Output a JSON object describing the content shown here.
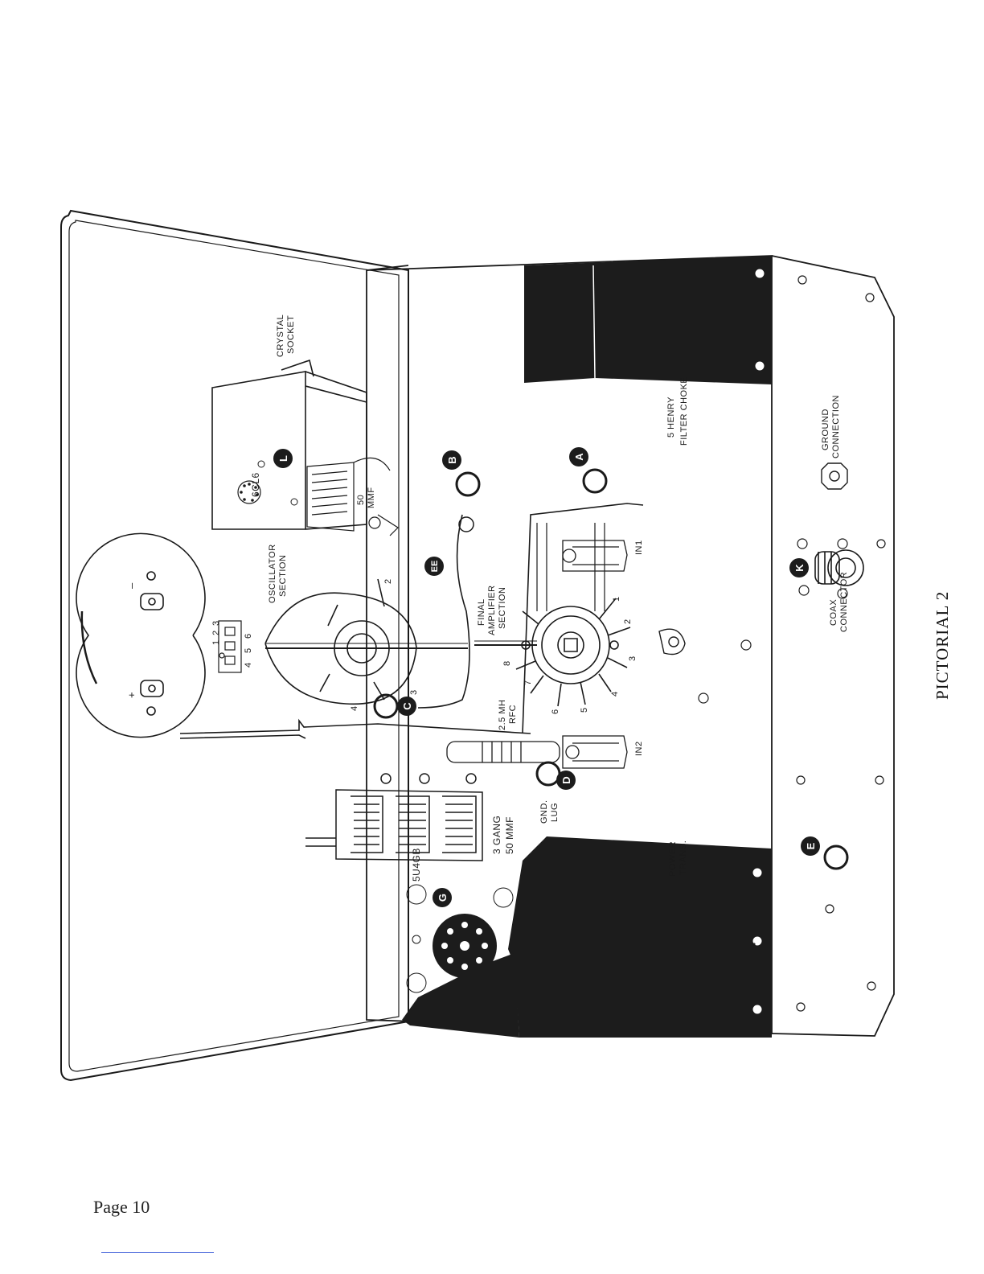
{
  "page": {
    "number_label": "Page 10",
    "figure_title": "PICTORIAL 2"
  },
  "labels": {
    "crystal_socket": [
      "CRYSTAL",
      "SOCKET"
    ],
    "tube_6cl6": "6CL6",
    "cap_50mmf": [
      "50",
      "MMF"
    ],
    "oscillator_section": [
      "OSCILLATOR",
      "SECTION"
    ],
    "final_amplifier_section": [
      "FINAL",
      "AMPLIFIER",
      "SECTION"
    ],
    "rfc": [
      "2.5 MH",
      "RFC"
    ],
    "gnd_lug": [
      "GND.",
      "LUG"
    ],
    "three_gang": [
      "3 GANG",
      "50 MMF"
    ],
    "power_trans": [
      "POWER",
      "TRANS."
    ],
    "tube_5u4gb": "5U4GB",
    "filter_choke": [
      "5 HENRY",
      "FILTER  CHOKE"
    ],
    "ground_connection": [
      "GROUND",
      "CONNECTION"
    ],
    "coax_connector": [
      "COAX",
      "CONNECTOR"
    ],
    "diode_in1": "IN1",
    "diode_in2": "IN2",
    "meter_plus": "+",
    "meter_minus": "–"
  },
  "markers": [
    "L",
    "B",
    "A",
    "EE",
    "C",
    "D",
    "G",
    "K",
    "E"
  ],
  "switch_osc_numbers": [
    "2",
    "3",
    "4"
  ],
  "switch_final_numbers": [
    "1",
    "2",
    "3",
    "4",
    "5",
    "6",
    "7",
    "8"
  ],
  "terminal_strip_numbers": [
    "1",
    "2",
    "3",
    "4",
    "5",
    "6"
  ],
  "colors": {
    "ink": "#1a1a1a",
    "fill_dark": "#1c1c1c",
    "paper": "#ffffff",
    "rule": "#3b5bd8"
  }
}
